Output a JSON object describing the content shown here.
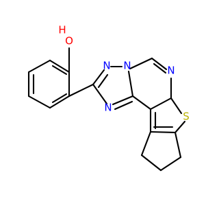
{
  "molecule": {
    "atoms": {
      "hydroxyl_h": {
        "text": "H",
        "color": "#ff0000"
      },
      "hydroxyl_o": {
        "text": "O",
        "color": "#ff0000"
      },
      "n_triazole_top": {
        "text": "N",
        "color": "#0000ff"
      },
      "n_bridge": {
        "text": "N",
        "color": "#0000ff"
      },
      "n_pyrimidine": {
        "text": "N",
        "color": "#0000ff"
      },
      "n_triazole_bottom": {
        "text": "N",
        "color": "#0000ff"
      },
      "s_thiophene": {
        "text": "S",
        "color": "#b8b000"
      }
    }
  }
}
